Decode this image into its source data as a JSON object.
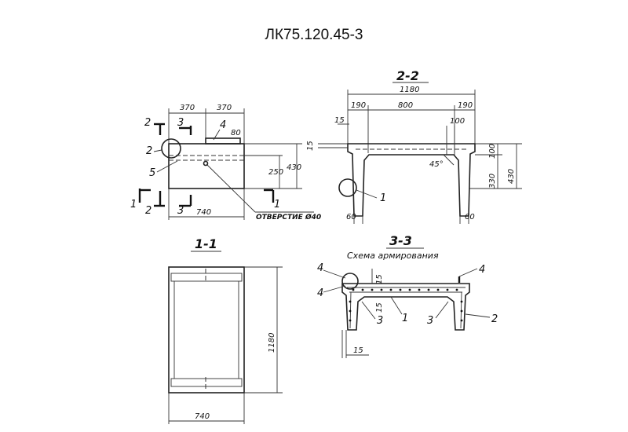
{
  "title": "ЛК75.120.45-3",
  "front": {
    "dim_half_left": "370",
    "dim_half_right": "370",
    "dim_total": "740",
    "dim_80": "80",
    "dim_250": "250",
    "dim_430": "430",
    "cut_2": "2",
    "cut_3": "3",
    "cut_1": "1",
    "pos_4": "4",
    "pos_2": "2",
    "pos_5": "5",
    "hole_label": "ОТВЕРСТИЕ Ø40"
  },
  "section22": {
    "title": "2-2",
    "dim_1180": "1180",
    "dim_190_left": "190",
    "dim_800": "800",
    "dim_190_right": "190",
    "dim_15_top": "15",
    "dim_15_side": "15",
    "dim_100_top": "100",
    "dim_100_side": "100",
    "dim_330": "330",
    "dim_430": "430",
    "angle": "45°",
    "dim_60_left": "60",
    "dim_60_right": "60",
    "pos_1": "1"
  },
  "section11": {
    "title": "1-1",
    "dim_1180": "1180",
    "dim_740": "740"
  },
  "section33": {
    "title": "3-3",
    "subtitle": "Схема армирования",
    "pos_4a": "4",
    "pos_4b": "4",
    "pos_4c": "4",
    "dim_15a": "15",
    "dim_15b": "15",
    "dim_15c": "15",
    "pos_3a": "3",
    "pos_1": "1",
    "pos_3b": "3",
    "pos_2": "2"
  }
}
